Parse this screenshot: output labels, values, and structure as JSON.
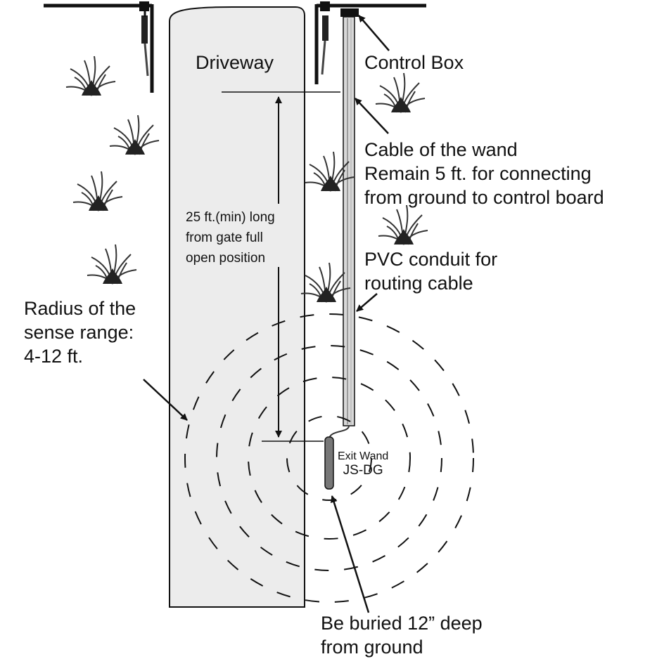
{
  "labels": {
    "driveway": "Driveway",
    "control_box": "Control Box",
    "cable_of_wand": [
      "Cable of the wand",
      "Remain 5 ft. for connecting",
      "from ground to control board"
    ],
    "distance": [
      "25 ft.(min) long",
      "from gate full",
      "open position"
    ],
    "pvc_conduit": [
      "PVC conduit for",
      "routing cable"
    ],
    "radius": [
      "Radius of the",
      "sense range:",
      "4-12 ft."
    ],
    "exit_wand": [
      "Exit Wand",
      "JS-DG"
    ],
    "buried": [
      "Be buried 12” deep",
      "from ground"
    ]
  },
  "colors": {
    "driveway_fill": "#ececec",
    "line": "#111111",
    "wand_fill": "#777777",
    "grass": "#333333"
  },
  "icons": [
    "grass-tuft-icon",
    "gate-hinge-icon",
    "control-box-icon"
  ]
}
